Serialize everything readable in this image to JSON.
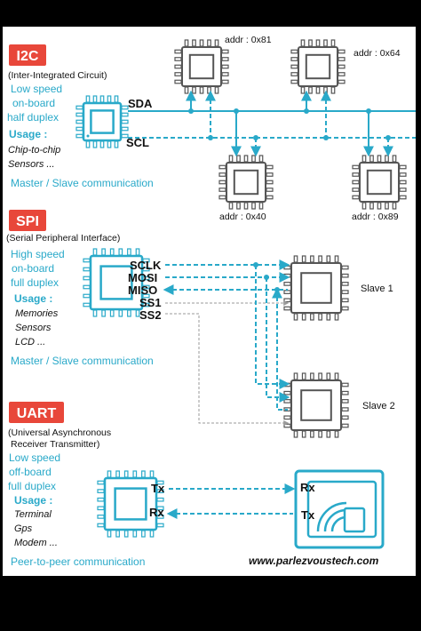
{
  "colors": {
    "page": "#000000",
    "panel": "#ffffff",
    "accent": "#29a9c9",
    "badge": "#e8473a",
    "text": "#111111",
    "chip": "#555555",
    "grey": "#9a9a9a"
  },
  "i2c": {
    "badge": "I2C",
    "full_name": "(Inter-Integrated Circuit)",
    "desc": [
      "Low speed",
      "on-board",
      "half duplex"
    ],
    "usage_title": "Usage :",
    "usage": [
      "Chip-to-chip",
      "Sensors ..."
    ],
    "comm": "Master / Slave communication",
    "sda": "SDA",
    "scl": "SCL",
    "addrs": [
      "addr : 0x81",
      "addr : 0x64",
      "addr : 0x40",
      "addr : 0x89"
    ]
  },
  "spi": {
    "badge": "SPI",
    "full_name": "(Serial Peripheral Interface)",
    "desc": [
      "High speed",
      "on-board",
      "full duplex"
    ],
    "usage_title": "Usage :",
    "usage": [
      "Memories",
      "Sensors",
      "LCD ..."
    ],
    "comm": "Master / Slave communication",
    "signals": [
      "SCLK",
      "MOSI",
      "MISO",
      "SS1",
      "SS2"
    ],
    "slaves": [
      "Slave 1",
      "Slave 2"
    ]
  },
  "uart": {
    "badge": "UART",
    "full_name": [
      "(Universal Asynchronous",
      "Receiver Transmitter)"
    ],
    "desc": [
      "Low speed",
      "off-board",
      "full duplex"
    ],
    "usage_title": "Usage :",
    "usage": [
      "Terminal",
      "Gps",
      "Modem ..."
    ],
    "comm": "Peer-to-peer communication",
    "left_tx": "Tx",
    "left_rx": "Rx",
    "right_rx": "Rx",
    "right_tx": "Tx"
  },
  "footer": {
    "website": "www.parlezvoustech.com"
  }
}
